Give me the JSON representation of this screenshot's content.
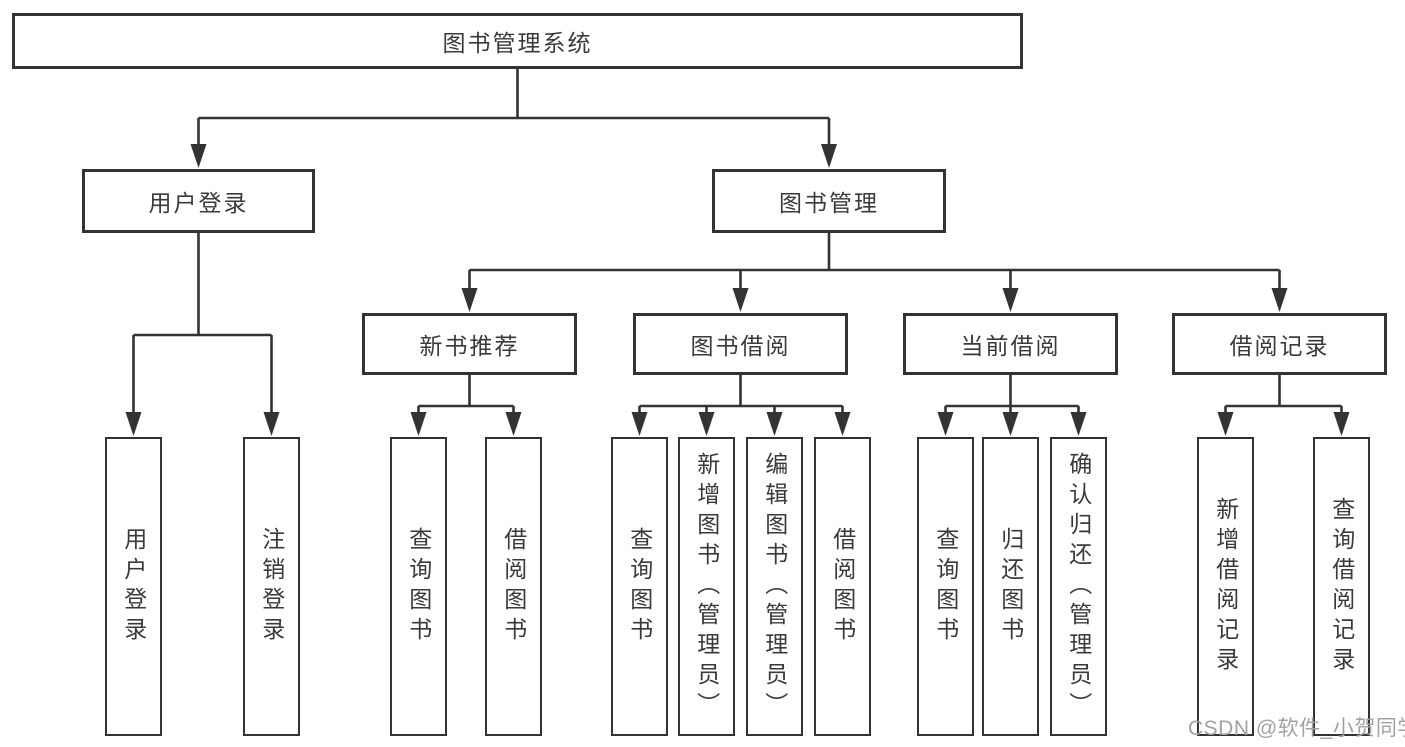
{
  "tree": {
    "root": {
      "label": "图书管理系统"
    },
    "level1": [
      {
        "label": "用户登录"
      },
      {
        "label": "图书管理"
      }
    ],
    "level2": [
      {
        "label": "新书推荐"
      },
      {
        "label": "图书借阅"
      },
      {
        "label": "当前借阅"
      },
      {
        "label": "借阅记录"
      }
    ],
    "leaves": {
      "user_login": [
        "用户登录",
        "注销登录"
      ],
      "new_books": [
        "查询图书",
        "借阅图书"
      ],
      "book_borrow": [
        "查询图书",
        "新增图书（管理员）",
        "编辑图书（管理员）",
        "借阅图书"
      ],
      "current_borrow": [
        "查询图书",
        "归还图书",
        "确认归还（管理员）"
      ],
      "borrow_records": [
        "新增借阅记录",
        "查询借阅记录"
      ]
    }
  },
  "watermark": "CSDN @软件_小贺同学",
  "colors": {
    "line": "#333333",
    "text": "#3a3a3a",
    "box_background": "#ffffff",
    "watermark": "#a2a2a2",
    "page_background": "#ffffff"
  }
}
